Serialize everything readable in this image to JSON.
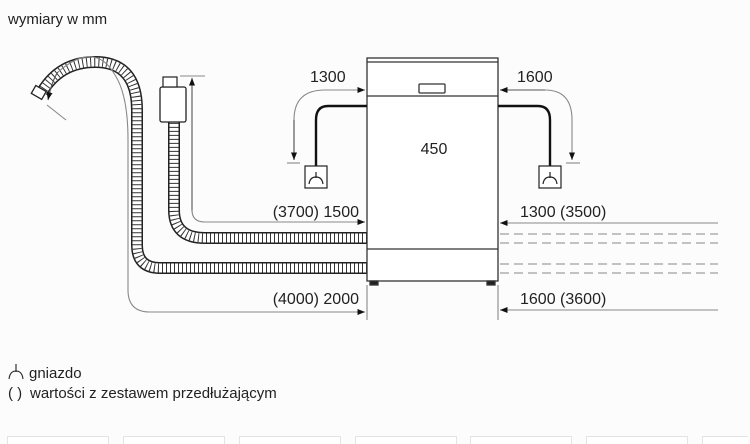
{
  "title": "wymiary w mm",
  "dimensions": {
    "left_cable": "1300",
    "right_cable": "1600",
    "width": "450",
    "inlet_left": "(3700) 1500",
    "drain_left": "(4000) 2000",
    "inlet_right": "1300 (3500)",
    "drain_right": "1600 (3600)"
  },
  "legend": {
    "socket_icon": "socket-icon",
    "socket_label": "gniazdo",
    "parens_symbol": "( )",
    "extension_label": "wartości z zestawem przedłużającym"
  },
  "colors": {
    "line": "#222222",
    "dim": "#888888"
  }
}
